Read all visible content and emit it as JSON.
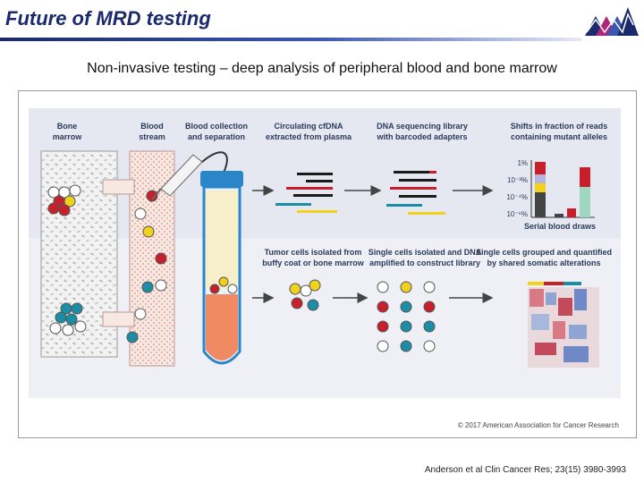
{
  "slide": {
    "title": "Future of MRD testing",
    "subtitle": "Non-invasive testing – deep analysis of peripheral blood and bone marrow",
    "credit": "Anderson et al Clin Cancer Res; 23(15) 3980-3993"
  },
  "figure": {
    "labels": {
      "bone_marrow": [
        "Bone",
        "marrow"
      ],
      "blood_stream": [
        "Blood",
        "stream"
      ],
      "blood_collection": [
        "Blood collection",
        "and separation"
      ],
      "cfdna": [
        "Circulating cfDNA",
        "extracted from plasma"
      ],
      "library": [
        "DNA sequencing library",
        "with barcoded adapters"
      ],
      "shifts": [
        "Shifts in fraction of reads",
        "containing mutant alleles"
      ],
      "tumor_cells": [
        "Tumor cells isolated from",
        "buffy coat or bone marrow"
      ],
      "single_cells": [
        "Single cells isolated and DNA",
        "amplified to construct library"
      ],
      "grouped": [
        "Single cells grouped and quantified",
        "by shared somatic alterations"
      ],
      "serial": "Serial blood draws",
      "y_ticks": [
        "1%",
        "10⁻³%",
        "10⁻⁴%",
        "10⁻⁶%"
      ],
      "copyright": "© 2017 American Association for Cancer Research"
    },
    "colors": {
      "red": "#c8202a",
      "teal": "#1b8ea6",
      "yellow": "#f0d21c",
      "navy": "#1a2a6c",
      "panel_bg": "#eef0f6"
    }
  }
}
